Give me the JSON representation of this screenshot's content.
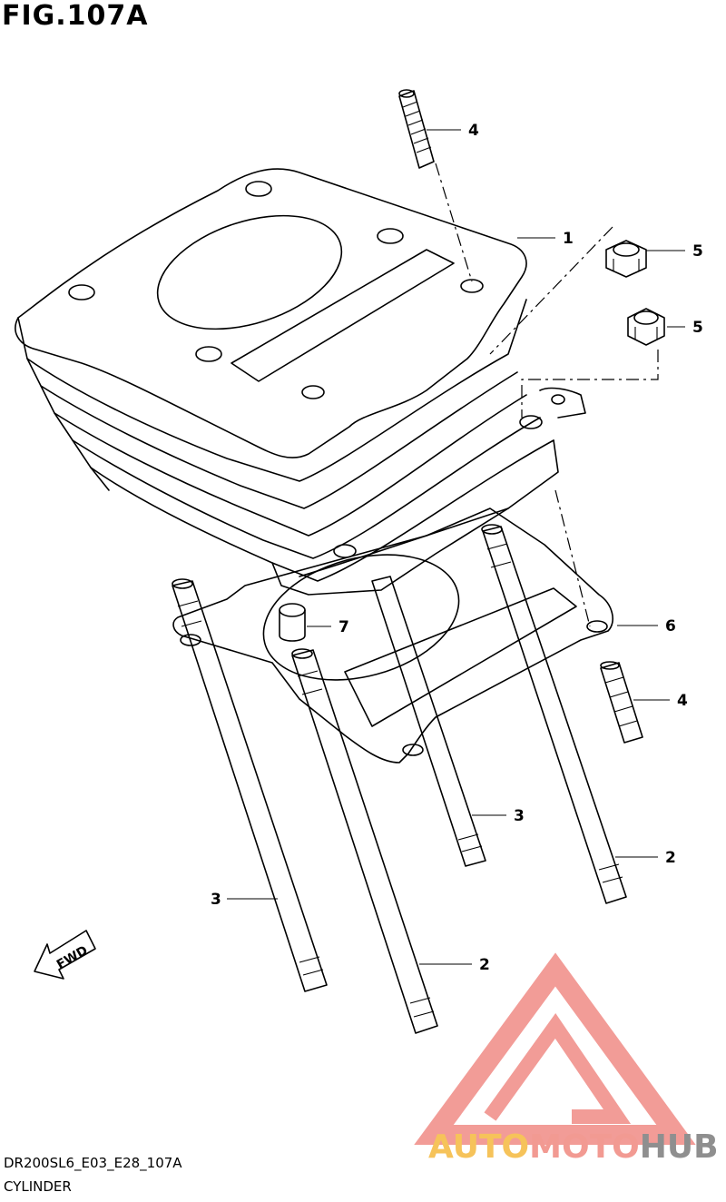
{
  "figure": {
    "title": "FIG.107A",
    "code": "DR200SL6_E03_E28_107A",
    "caption": "CYLINDER",
    "direction_label": "FWD"
  },
  "callouts": {
    "c1": "1",
    "c2a": "2",
    "c2b": "2",
    "c3a": "3",
    "c3b": "3",
    "c4a": "4",
    "c4b": "4",
    "c5a": "5",
    "c5b": "5",
    "c6": "6",
    "c7": "7"
  },
  "watermark": {
    "part1": "AUTO",
    "part2": "MOTO",
    "part3": "HUB",
    "colors": {
      "triangle": "#f08b86",
      "auto": "#f6c35a",
      "moto": "#f29a92",
      "hub": "#8f8f8f"
    }
  },
  "icons": {
    "direction": "arrow-left-down-icon"
  }
}
